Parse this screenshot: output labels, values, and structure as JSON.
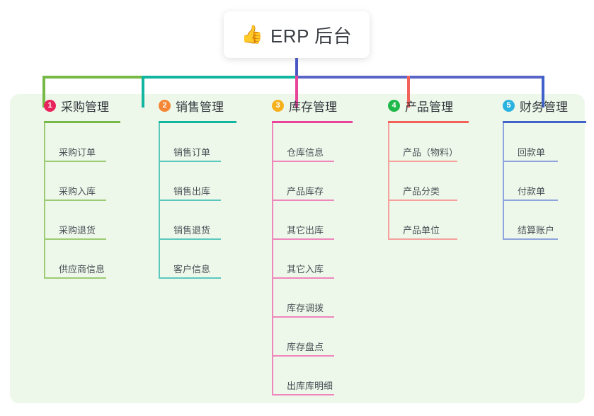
{
  "root": {
    "emoji": "👍",
    "emoji_name": "thumbs-up-emoji",
    "title": "ERP 后台"
  },
  "colors": {
    "panel_bg": "#eef8ea",
    "page_bg": "#ffffff",
    "trunk": "#4b58c4",
    "bus_left": "#76b946",
    "bus_mid": "#11b5a0",
    "bus_right": "#5a63c8",
    "text": "#33373d",
    "leaf_text": "#4a4f56"
  },
  "chart_data": {
    "type": "table",
    "title": "ERP 后台",
    "columns": [
      {
        "index": "1",
        "label": "采购管理",
        "badge_color": "#e8245c",
        "rule_color": "#76b946",
        "line_color": "#9ccb74",
        "items": [
          "采购订单",
          "采购入库",
          "采购退货",
          "供应商信息"
        ]
      },
      {
        "index": "2",
        "label": "销售管理",
        "badge_color": "#f58634",
        "rule_color": "#11b5a0",
        "line_color": "#5cc8bd",
        "items": [
          "销售订单",
          "销售出库",
          "销售退货",
          "客户信息"
        ]
      },
      {
        "index": "3",
        "label": "库存管理",
        "badge_color": "#f6b11f",
        "rule_color": "#e8449b",
        "line_color": "#ef86bc",
        "items": [
          "仓库信息",
          "产品库存",
          "其它出库",
          "其它入库",
          "库存调拨",
          "库存盘点",
          "出库库明细"
        ]
      },
      {
        "index": "4",
        "label": "产品管理",
        "badge_color": "#1fb84a",
        "rule_color": "#f2615a",
        "line_color": "#f5a19c",
        "items": [
          "产品（物料）",
          "产品分类",
          "产品单位"
        ]
      },
      {
        "index": "5",
        "label": "财务管理",
        "badge_color": "#2bb3e0",
        "rule_color": "#3f63c8",
        "line_color": "#8fa4dd",
        "items": [
          "回款单",
          "付款单",
          "结算账户"
        ]
      }
    ]
  }
}
